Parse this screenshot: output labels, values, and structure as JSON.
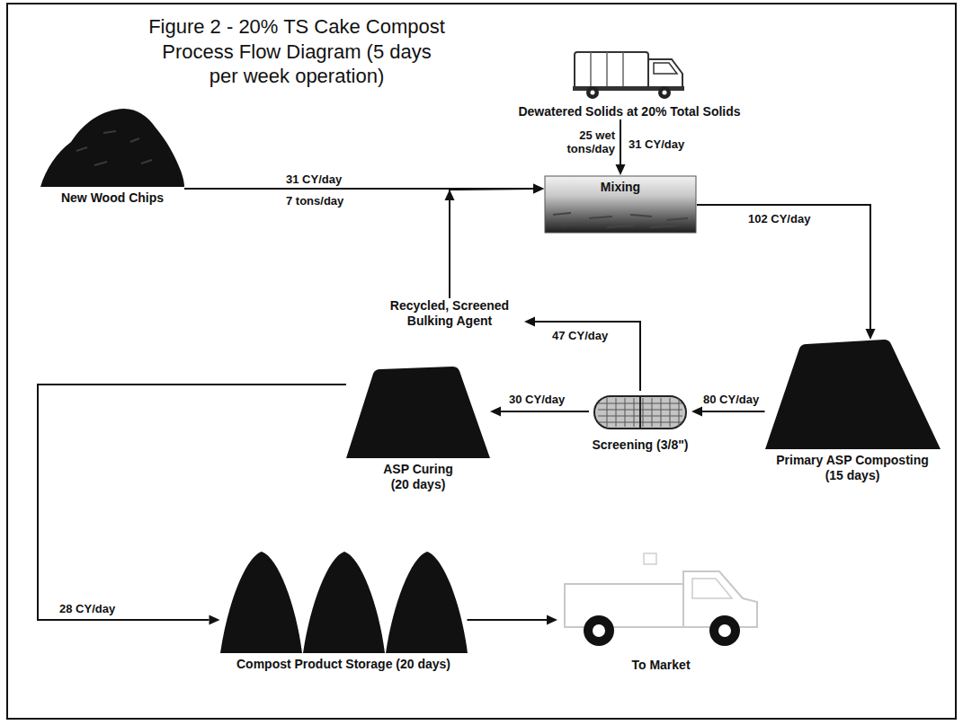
{
  "diagram": {
    "title": "Figure 2 - 20% TS Cake Compost Process Flow Diagram (5 days per week operation)",
    "nodes": [
      {
        "text": [
          "New Wood Chips"
        ]
      },
      {
        "text": [
          "Dewatered Solids at 20% Total Solids"
        ]
      },
      {
        "text": [
          "Mixing"
        ]
      },
      {
        "text": [
          "Primary ASP Composting (15 days)"
        ]
      },
      {
        "text": [
          "Screening (3/8\")"
        ]
      },
      {
        "text": [
          "Recycled, Screened Bulking Agent"
        ]
      },
      {
        "text": [
          "ASP Curing (20 days)"
        ]
      },
      {
        "text": [
          "Compost Product Storage (20 days)"
        ]
      },
      {
        "text": [
          "To Market"
        ]
      }
    ],
    "edges": [
      {
        "from": 0,
        "to": 2,
        "arrow": "to",
        "label": "31 CY/day"
      },
      {
        "from": 1,
        "to": 2,
        "arrow": "to",
        "label": "31 CY/day"
      },
      {
        "from": 2,
        "to": 3,
        "arrow": "to",
        "label": "102 CY/day"
      },
      {
        "from": 3,
        "to": 4,
        "arrow": "to",
        "label": "80 CY/day"
      },
      {
        "from": 4,
        "to": 5,
        "arrow": "to",
        "label": "47 CY/day"
      },
      {
        "from": 5,
        "to": 2,
        "arrow": "to"
      },
      {
        "from": 4,
        "to": 6,
        "arrow": "to",
        "label": "30 CY/day"
      },
      {
        "from": 6,
        "to": 7,
        "arrow": "to",
        "label": "28 CY/day"
      },
      {
        "from": 7,
        "to": 8,
        "arrow": "to"
      }
    ],
    "labels": [
      "7 tons/day",
      "25 wet tons/day"
    ]
  }
}
